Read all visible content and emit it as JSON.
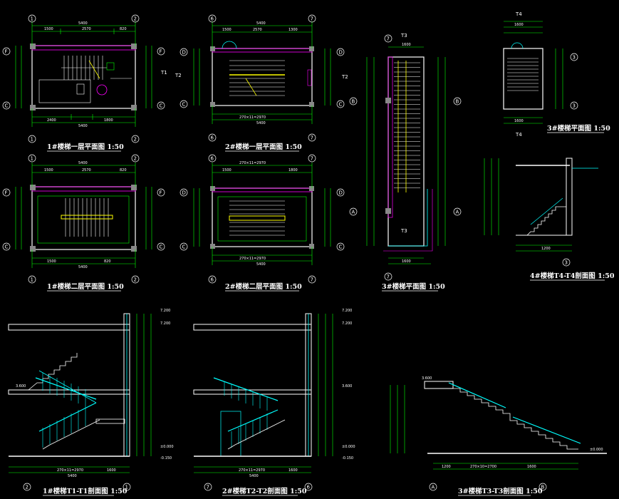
{
  "drawing_titles": {
    "stair1_floor1": "1#楼梯一层平面图 1:50",
    "stair2_floor1": "2#楼梯一层平面图 1:50",
    "stair1_floor2": "1#楼梯二层平面图 1:50",
    "stair2_floor2": "2#楼梯二层平面图 1:50",
    "stair3_plan": "3#楼梯平面图 1:50",
    "stair3_upper_plan": "3#楼梯平面图 1:50",
    "stair4_section": "4#楼梯T4-T4剖面图 1:50",
    "stair1_section": "1#楼梯T1-T1剖面图 1:50",
    "stair2_section": "2#楼梯T2-T2剖面图 1:50",
    "stair3_section": "3#楼梯T3-T3剖面图 1:50"
  },
  "dimensions": {
    "overall_5400": "5400",
    "seg_1500": "1500",
    "seg_2570": "2570",
    "seg_820": "820",
    "seg_2400": "2400",
    "seg_1800": "1800",
    "seg_1600": "1600",
    "seg_1200": "1200",
    "seg_1300": "1300",
    "stair_run_1": "270×10=2700",
    "stair_run_2": "270×11=2970",
    "level_7200": "7.200",
    "level_3600": "3.600",
    "level_0": "±0.000",
    "level_m0150": "-0.150"
  },
  "axis_labels": {
    "a1": "1",
    "a2": "2",
    "a6": "6",
    "a7": "7",
    "aA": "A",
    "aB": "B",
    "aC": "C",
    "aD": "D",
    "aF": "F",
    "a3": "3",
    "t1": "T1",
    "t2": "T2",
    "t3": "T3",
    "t4": "T4"
  },
  "colors": {
    "background": "#000000",
    "wall": "#ffffff",
    "dimension": "#00ff00",
    "stair": "#ffff00",
    "railing": "#00ffff",
    "hidden": "#ff00ff",
    "note": "#ff0000"
  }
}
